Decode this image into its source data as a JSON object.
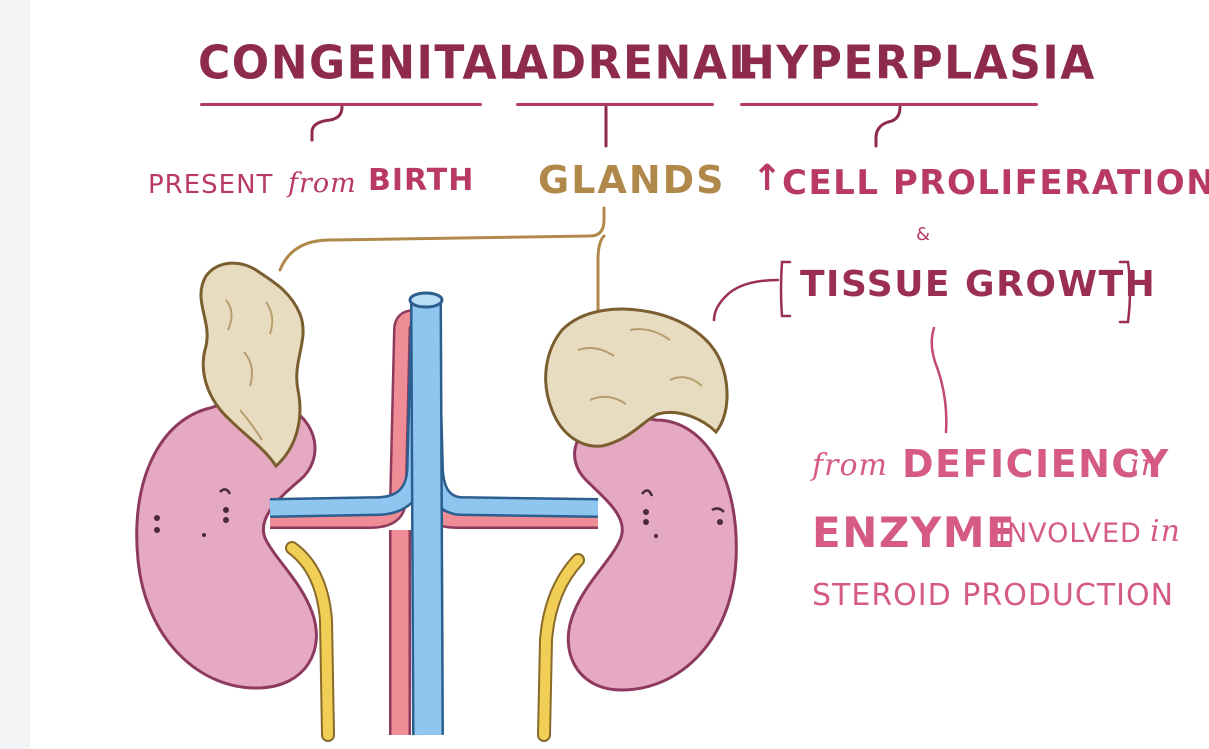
{
  "title": {
    "word1": "CONGENITAL",
    "word2": "ADRENAL",
    "word3": "HYPERPLASIA"
  },
  "labels": {
    "present": "PRESENT",
    "from_birth": "from",
    "birth": "BIRTH",
    "glands": "GLANDS",
    "arrow_up": "↑",
    "cell_proliferation": "CELL PROLIFERATION",
    "ampersand": "&",
    "tissue_growth": "TISSUE GROWTH",
    "from_deficiency": "from",
    "deficiency": "DEFICIENCY",
    "in1": "in",
    "enzyme": "ENZYME",
    "involved": "INVOLVED",
    "in2": "in",
    "steroid_production": "STEROID PRODUCTION"
  },
  "colors": {
    "title": "#8e2a4e",
    "label": "#b83a62",
    "gold": "#b0894a",
    "pink": "#d55a86",
    "kidney": "#e6a9c2",
    "kidney_outline": "#8e3a5e",
    "adrenal": "#e8dcc0",
    "vein": "#8fc6f0",
    "artery": "#ee8d96",
    "ureter": "#f1cf57"
  }
}
